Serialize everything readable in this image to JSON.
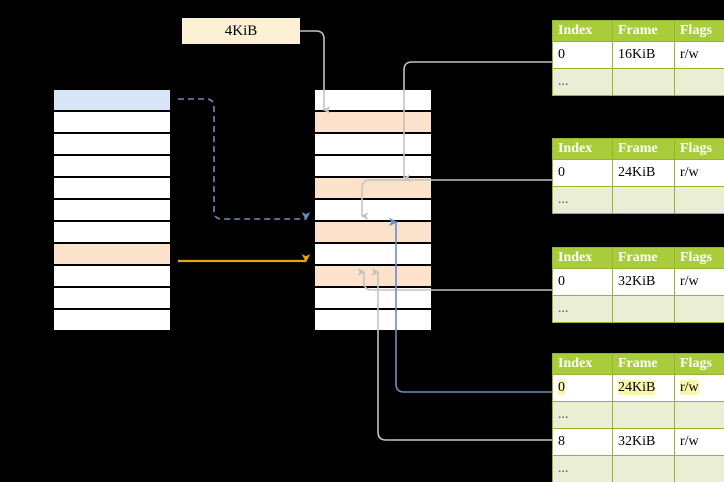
{
  "diagram": {
    "title_label": "4KiB",
    "left_column": {
      "name": "virtual-address-space",
      "slot_count": 11,
      "highlight_blue_index": 0,
      "highlight_orange_index": 7
    },
    "middle_column": {
      "name": "physical-memory",
      "slot_count": 11,
      "highlight_orange_indices": [
        1,
        4,
        6,
        8
      ]
    },
    "tables": [
      {
        "name": "page-table-1",
        "headers": [
          "Index",
          "Frame",
          "Flags"
        ],
        "rows": [
          {
            "cells": [
              "0",
              "16KiB",
              "r/w"
            ],
            "ellipsis": false,
            "highlight": false
          },
          {
            "cells": [
              "...",
              "",
              ""
            ],
            "ellipsis": true,
            "highlight": false
          }
        ]
      },
      {
        "name": "page-table-2",
        "headers": [
          "Index",
          "Frame",
          "Flags"
        ],
        "rows": [
          {
            "cells": [
              "0",
              "24KiB",
              "r/w"
            ],
            "ellipsis": false,
            "highlight": false
          },
          {
            "cells": [
              "...",
              "",
              ""
            ],
            "ellipsis": true,
            "highlight": false
          }
        ]
      },
      {
        "name": "page-table-3",
        "headers": [
          "Index",
          "Frame",
          "Flags"
        ],
        "rows": [
          {
            "cells": [
              "0",
              "32KiB",
              "r/w"
            ],
            "ellipsis": false,
            "highlight": false
          },
          {
            "cells": [
              "...",
              "",
              ""
            ],
            "ellipsis": true,
            "highlight": false
          }
        ]
      },
      {
        "name": "page-table-4",
        "headers": [
          "Index",
          "Frame",
          "Flags"
        ],
        "rows": [
          {
            "cells": [
              "0",
              "24KiB",
              "r/w"
            ],
            "ellipsis": false,
            "highlight": true
          },
          {
            "cells": [
              "...",
              "",
              ""
            ],
            "ellipsis": true,
            "highlight": false
          },
          {
            "cells": [
              "8",
              "32KiB",
              "r/w"
            ],
            "ellipsis": false,
            "highlight": false
          },
          {
            "cells": [
              "...",
              "",
              ""
            ],
            "ellipsis": true,
            "highlight": false
          }
        ]
      }
    ],
    "colors": {
      "blue_fill": "#d8e6f8",
      "orange_fill": "#fce2cb",
      "cream_fill": "#fdf1d5",
      "header_green": "#a9cc3a",
      "ellipsis_green": "#e9eed5",
      "yellow_highlight": "#fbf7a8",
      "blue_wire": "#6b8cc4",
      "orange_wire": "#e8a400",
      "gray_wire": "#b9b9b9"
    }
  }
}
